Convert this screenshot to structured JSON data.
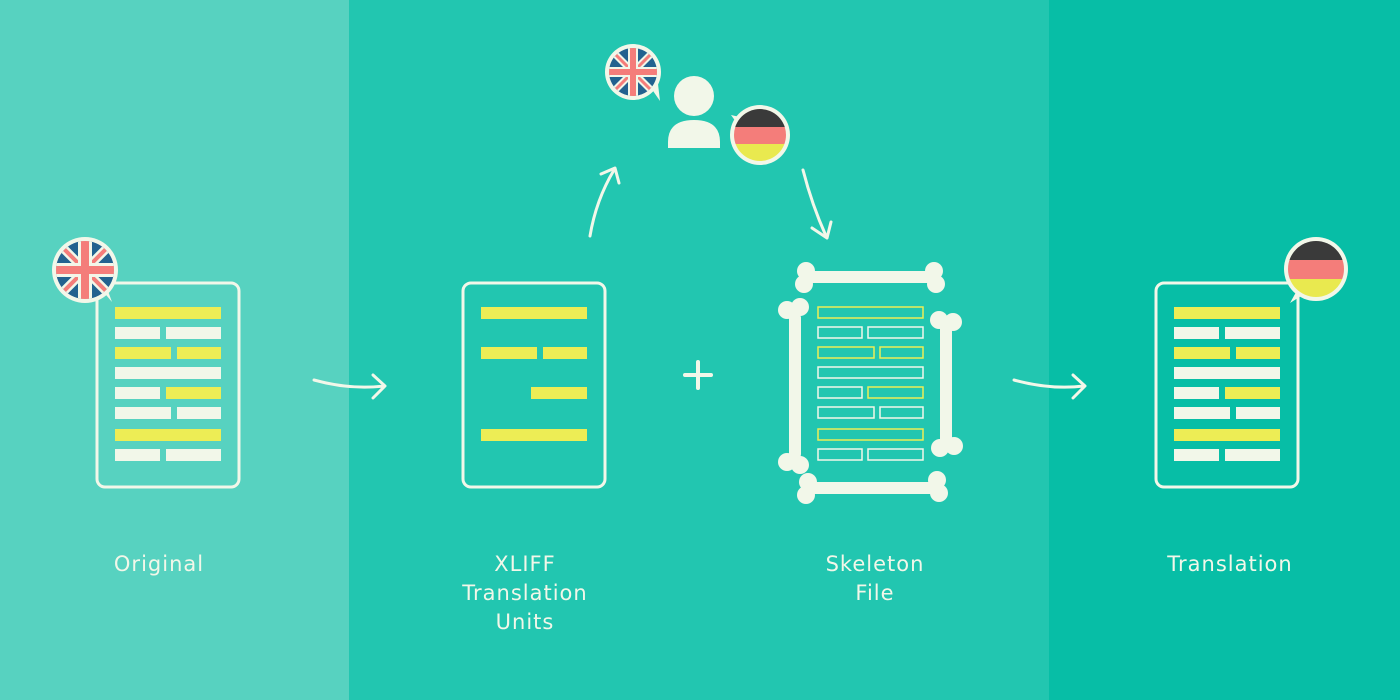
{
  "colors": {
    "panel_left": "#57d2c0",
    "panel_middle": "#22c6b0",
    "panel_right": "#07bea6",
    "line_yellow": "#eded55",
    "line_white": "#f2f7e9",
    "outline": "#f2f7e9",
    "uk_blue": "#22628f",
    "uk_red": "#f47d7a",
    "de_black": "#3a3a3a",
    "de_red": "#f47d7a",
    "de_gold": "#e9e94f"
  },
  "stages": [
    {
      "id": "original",
      "label_lines": [
        "Original"
      ],
      "icon": "english-document-icon"
    },
    {
      "id": "xliff",
      "label_lines": [
        "XLIFF",
        "Translation",
        "Units"
      ],
      "icon": "translation-units-document-icon"
    },
    {
      "id": "skeleton",
      "label_lines": [
        "Skeleton",
        "File"
      ],
      "icon": "skeleton-bones-icon"
    },
    {
      "id": "translation",
      "label_lines": [
        "Translation"
      ],
      "icon": "german-document-icon"
    }
  ],
  "translator": {
    "icon": "translator-person-icon",
    "source_flag": "uk-flag-bubble-icon",
    "target_flag": "german-flag-bubble-icon"
  },
  "operators": {
    "plus": "+"
  }
}
